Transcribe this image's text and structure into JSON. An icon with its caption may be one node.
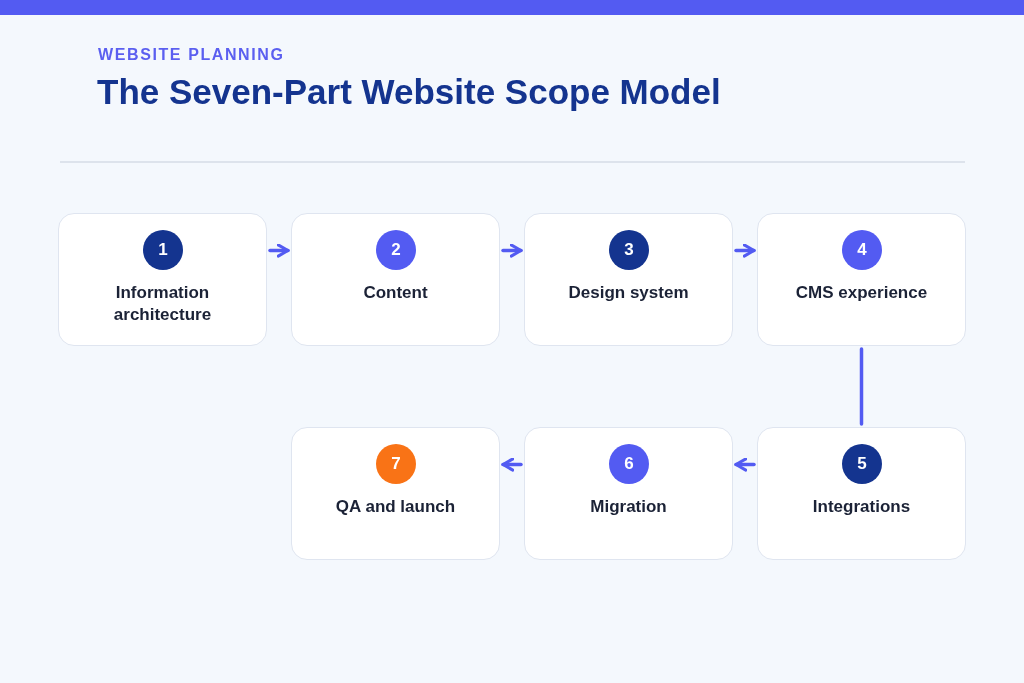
{
  "diagram": {
    "title": "The Seven-Part Website Scope Model",
    "labels": [
      "WEBSITE PLANNING"
    ],
    "nodes": [
      {
        "text": [
          "1",
          "Information architecture"
        ]
      },
      {
        "text": [
          "2",
          "Content"
        ]
      },
      {
        "text": [
          "3",
          "Design system"
        ]
      },
      {
        "text": [
          "4",
          "CMS experience"
        ]
      },
      {
        "text": [
          "5",
          "Integrations"
        ]
      },
      {
        "text": [
          "6",
          "Migration"
        ]
      },
      {
        "text": [
          "7",
          "QA and launch"
        ]
      }
    ],
    "edges": [
      {
        "from": 0,
        "to": 1,
        "arrow": "to"
      },
      {
        "from": 1,
        "to": 2,
        "arrow": "to"
      },
      {
        "from": 2,
        "to": 3,
        "arrow": "to"
      },
      {
        "from": 3,
        "to": 4,
        "arrow": "none"
      },
      {
        "from": 4,
        "to": 5,
        "arrow": "to"
      },
      {
        "from": 5,
        "to": 6,
        "arrow": "to"
      }
    ]
  }
}
